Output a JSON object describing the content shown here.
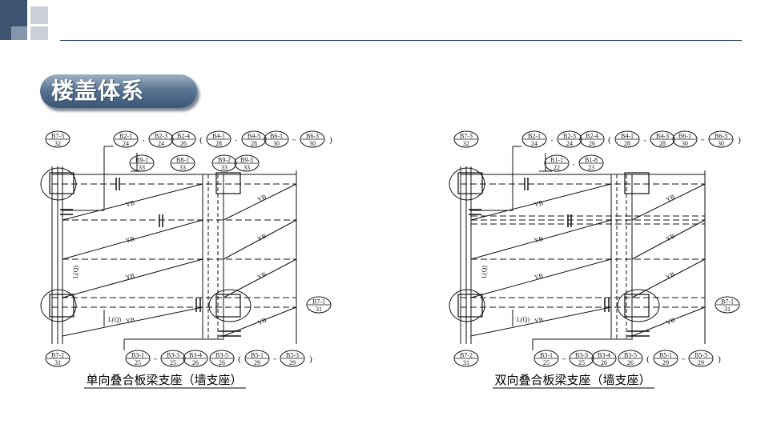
{
  "slide": {
    "title": "楼盖体系"
  },
  "diagrams": [
    {
      "caption": "单向叠合板梁支座（墙支座）",
      "top_tags_row1": [
        [
          "B7-3",
          "32"
        ],
        [
          "B2-1",
          "24"
        ],
        [
          "B2-3",
          "24"
        ],
        [
          "B2-4",
          "26"
        ],
        [
          "B4-1",
          "28"
        ],
        [
          "B4-3",
          "28"
        ],
        [
          "B6-1",
          "30"
        ],
        [
          "B6-3",
          "30"
        ]
      ],
      "top_tags_row2": [
        [
          "B9-1",
          "33"
        ],
        [
          "B8-1",
          "33"
        ],
        [
          "B9-2",
          "33"
        ],
        [
          "B9-3",
          "33"
        ]
      ],
      "bottom_tags": [
        [
          "B7-2",
          "31"
        ],
        [
          "B3-1",
          "25"
        ],
        [
          "B3-3",
          "25"
        ],
        [
          "B3-4",
          "26"
        ],
        [
          "B3-5",
          "26"
        ],
        [
          "B5-1",
          "29"
        ],
        [
          "B5-3",
          "29"
        ]
      ],
      "side_tag": [
        "B7-1",
        "31"
      ],
      "labels": {
        "yb": "YB",
        "lq_vertical": "L(Q)",
        "lq": "L(Q)",
        "paren_open": "(",
        "paren_close": ")",
        "tilde": "~",
        "dash": "-"
      }
    },
    {
      "caption": "双向叠合板梁支座（墙支座）",
      "top_tags_row1": [
        [
          "B7-3",
          "32"
        ],
        [
          "B2-1",
          "24"
        ],
        [
          "B2-3",
          "24"
        ],
        [
          "B2-4",
          "26"
        ],
        [
          "B4-1",
          "28"
        ],
        [
          "B4-3",
          "28"
        ],
        [
          "B6-1",
          "30"
        ],
        [
          "B6-3",
          "30"
        ]
      ],
      "top_tags_row2": [
        [
          "B1-1",
          "22"
        ],
        [
          "B1-8",
          "23"
        ]
      ],
      "bottom_tags": [
        [
          "B7-2",
          "31"
        ],
        [
          "B3-1",
          "25"
        ],
        [
          "B3-3",
          "25"
        ],
        [
          "B3-4",
          "26"
        ],
        [
          "B3-5",
          "26"
        ],
        [
          "B5-1",
          "29"
        ],
        [
          "B5-3",
          "29"
        ]
      ],
      "side_tag": [
        "B7-1",
        "31"
      ],
      "labels": {
        "yb": "YB",
        "lq_vertical": "L(Q)",
        "lq": "L(Q)",
        "paren_open": "(",
        "paren_close": ")",
        "tilde": "~",
        "dash": "-"
      }
    }
  ],
  "colors": {
    "accent": "#1f3b5c",
    "deco_dark": "#3d5573",
    "deco_light": "#c9d0da",
    "line": "#111111"
  }
}
